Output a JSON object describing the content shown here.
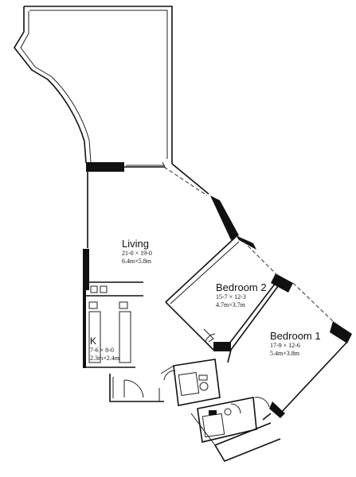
{
  "rooms": {
    "living": {
      "name": "Living",
      "imperial": "21-0 × 19-0",
      "metric": "6.4m×5.8m"
    },
    "bedroom2": {
      "name": "Bedroom 2",
      "imperial": "15-7 × 12-3",
      "metric": "4.7m×3.7m"
    },
    "bedroom1": {
      "name": "Bedroom 1",
      "imperial": "17-9 × 12-6",
      "metric": "5.4m×3.8m"
    },
    "kitchen": {
      "name": "K",
      "imperial": "7-6 × 8-0",
      "metric": "2.3m×2.4m"
    }
  }
}
